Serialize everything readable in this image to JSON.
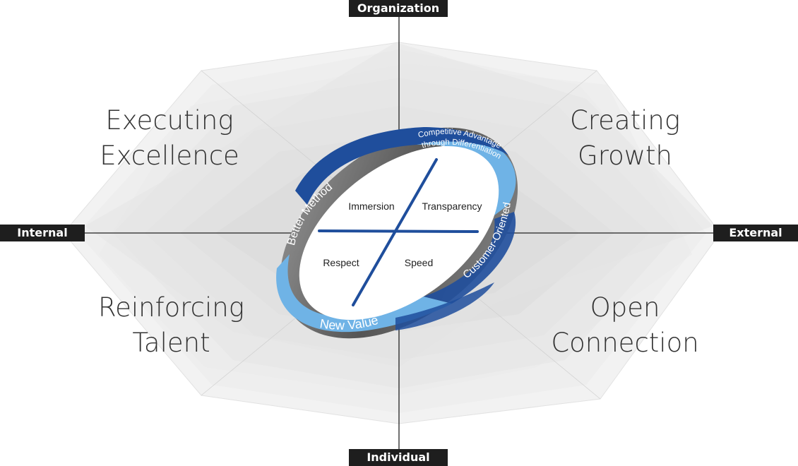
{
  "axes": {
    "top": "Organization",
    "bottom": "Individual",
    "left": "Internal",
    "right": "External"
  },
  "quadrants": {
    "top_left": [
      "Executing",
      "Excellence"
    ],
    "top_right": [
      "Creating",
      "Growth"
    ],
    "bottom_left": [
      "Reinforcing",
      "Talent"
    ],
    "bottom_right": [
      "Open",
      "Connection"
    ]
  },
  "ring": {
    "top": [
      "Competitive Advantage",
      "through Differentiation"
    ],
    "left": "Better Method",
    "right": "Customer-Oriented",
    "bottom": "New Value"
  },
  "core": {
    "top_left": "Immersion",
    "top_right": "Transparency",
    "bottom_left": "Respect",
    "bottom_right": "Speed"
  },
  "colors": {
    "dark_blue": "#1f4e9c",
    "light_blue": "#6fb3e6",
    "ring_gray": "#6e6e6e",
    "axis_tag": "#1e1e1e"
  }
}
